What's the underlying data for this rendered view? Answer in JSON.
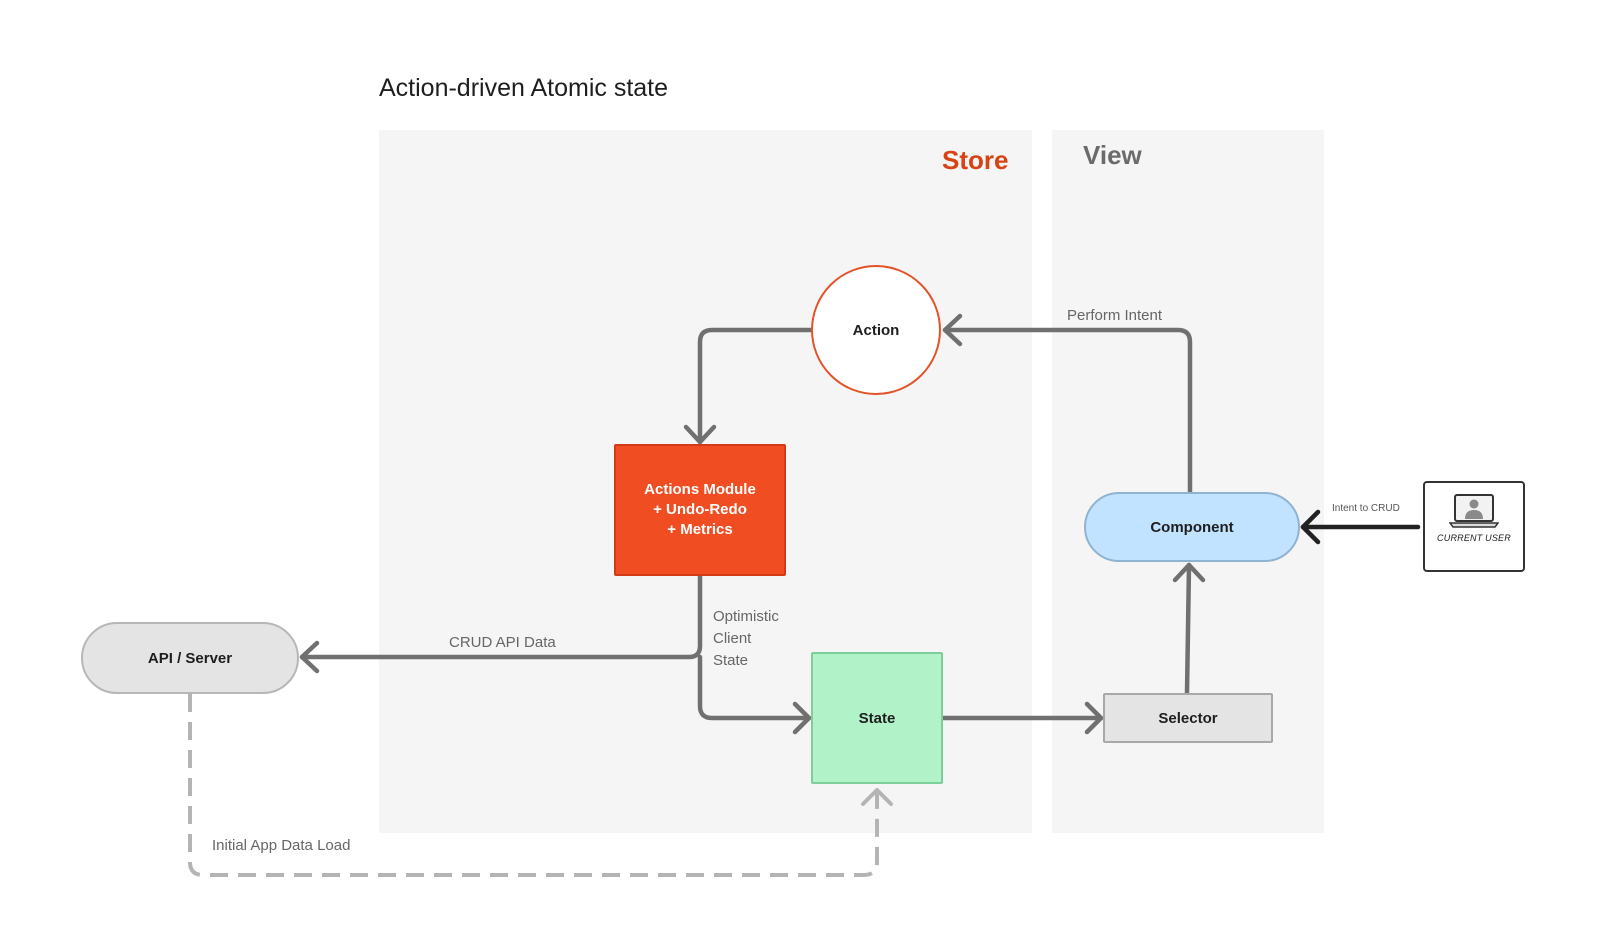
{
  "title": "Action-driven Atomic state",
  "panels": {
    "store": {
      "label": "Store",
      "color": "#d84315"
    },
    "view": {
      "label": "View",
      "color": "#6b6b6b"
    }
  },
  "nodes": {
    "action": {
      "label": "Action",
      "border_color": "#e3532a"
    },
    "actions_module": {
      "lines": [
        "Actions Module",
        "+ Undo-Redo",
        "+ Metrics"
      ],
      "fill_color": "#f04d23"
    },
    "state": {
      "label": "State",
      "fill_color": "#b1f2c8"
    },
    "component": {
      "label": "Component",
      "fill_color": "#c2e3ff"
    },
    "selector": {
      "label": "Selector",
      "fill_color": "#e4e4e4"
    },
    "api_server": {
      "label": "API / Server",
      "fill_color": "#e4e4e4"
    },
    "current_user": {
      "label": "CURRENT USER",
      "icon": "user-laptop-icon"
    }
  },
  "edge_labels": {
    "perform_intent": "Perform Intent",
    "crud_api_data": "CRUD API Data",
    "optimistic_client_state": [
      "Optimistic",
      "Client",
      "State"
    ],
    "initial_app_data_load": "Initial App Data Load",
    "intent_to_crud": "Intent to CRUD"
  },
  "colors": {
    "edge": "#707070",
    "dashed_edge": "#b4b4b4",
    "user_edge": "#222222",
    "panel_background": "#f4f4f4"
  }
}
